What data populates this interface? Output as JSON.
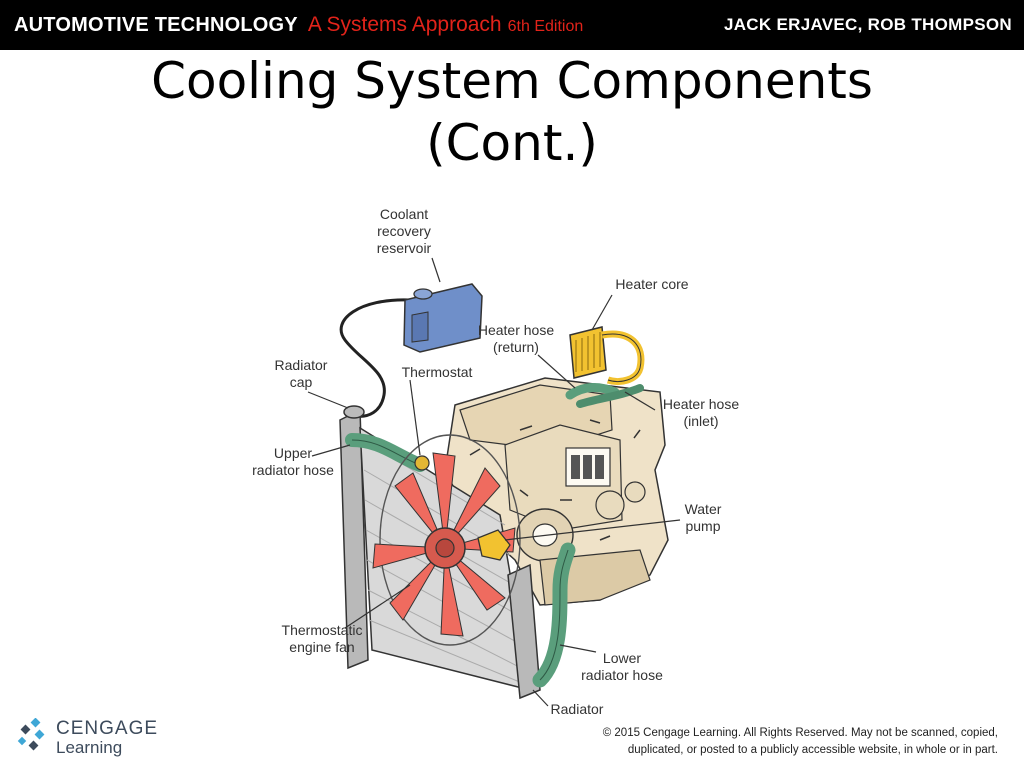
{
  "header": {
    "book_title": "AUTOMOTIVE TECHNOLOGY",
    "subtitle": "A Systems Approach",
    "edition": "6th Edition",
    "authors": "JACK ERJAVEC, ROB THOMPSON"
  },
  "slide": {
    "title_line1": "Cooling System Components",
    "title_line2": "(Cont.)"
  },
  "diagram_labels": {
    "coolant_reservoir": "Coolant\nrecovery\nreservoir",
    "heater_core": "Heater core",
    "heater_hose_return": "Heater hose\n(return)",
    "radiator_cap": "Radiator\ncap",
    "thermostat": "Thermostat",
    "heater_hose_inlet": "Heater hose\n(inlet)",
    "upper_radiator_hose": "Upper\nradiator hose",
    "water_pump": "Water\npump",
    "thermostatic_engine_fan": "Thermostatic\nengine fan",
    "lower_radiator_hose": "Lower\nradiator hose",
    "radiator": "Radiator"
  },
  "footer": {
    "logo_word1": "CENGAGE",
    "logo_word2": "Learning",
    "copyright_line1": "© 2015 Cengage Learning. All Rights Reserved. May not be scanned, copied,",
    "copyright_line2": "duplicated, or posted to a publicly accessible website, in whole or in part."
  },
  "colors": {
    "header_background": "#000000",
    "header_accent": "#e2231a",
    "reservoir_blue": "#6f8fc9",
    "hose_green": "#5a9e7c",
    "heater_core_yellow": "#f2c230",
    "fan_red": "#ef6b5f",
    "engine_tan": "#efe2c8",
    "radiator_gray": "#c9c9c9"
  }
}
